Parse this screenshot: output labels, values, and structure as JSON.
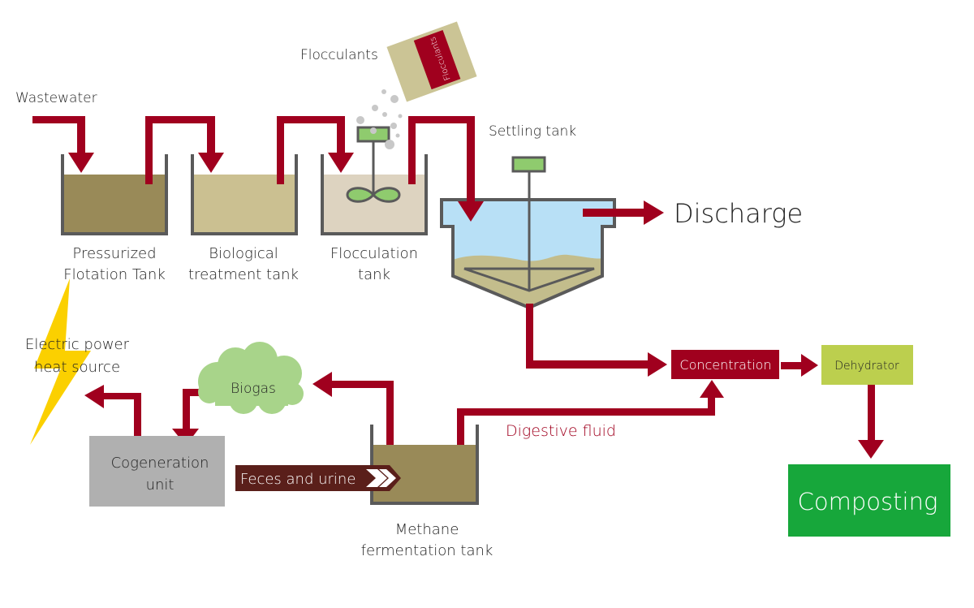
{
  "title": "Wastewater and manure treatment process flow",
  "colors": {
    "pipe": "#a0001e",
    "tank_wall": "#5a5a5a",
    "liquid_dark": "#998a58",
    "liquid_medium": "#cbc091",
    "liquid_light": "#ddd3c0",
    "water": "#b8e0f6",
    "sludge": "#c3bd8c",
    "mixer_green": "#8fcb6e",
    "bag": "#cbc495",
    "bolt": "#fbd000",
    "cloud": "#a8d48a",
    "cogeneration": "#b0b0b0",
    "feces_arrow": "#5a1f1a",
    "dehydrator": "#bccf4e",
    "composting": "#17a73b",
    "particles": "#c8c8c8"
  },
  "labels": {
    "wastewater": "Wastewater",
    "flocculants": "Flocculants",
    "flocculants_bag": "Flocculants",
    "settling_tank": "Settling tank",
    "discharge": "Discharge",
    "pressurized_tank_line1": "Pressurized",
    "pressurized_tank_line2": "Flotation Tank",
    "biological_tank_line1": "Biological",
    "biological_tank_line2": "treatment tank",
    "flocculation_tank_line1": "Flocculation",
    "flocculation_tank_line2": "tank",
    "electric_line1": "Electric power",
    "electric_line2": "heat source",
    "biogas": "Biogas",
    "cogeneration_line1": "Cogeneration",
    "cogeneration_line2": "unit",
    "feces": "Feces and urine",
    "methane_line1": "Methane",
    "methane_line2": "fermentation tank",
    "digestive_fluid": "Digestive fluid",
    "concentration": "Concentration",
    "dehydrator": "Dehydrator",
    "composting": "Composting"
  },
  "icons": {
    "lightning": "lightning-bolt-icon",
    "cloud": "cloud-icon",
    "bag": "flocculant-bag-icon",
    "mixer": "mixer-impeller-icon"
  }
}
